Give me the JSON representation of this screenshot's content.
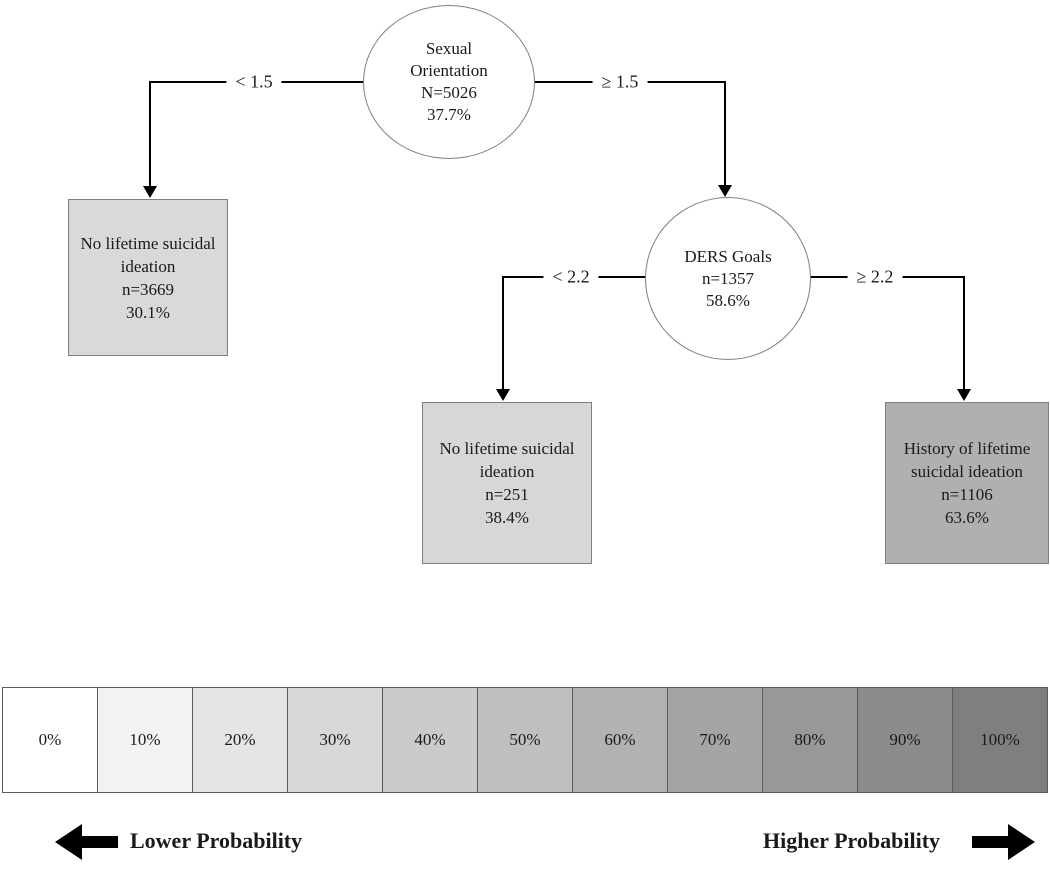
{
  "figure": {
    "type": "decision_tree",
    "root": {
      "lines": [
        "Sexual",
        "Orientation",
        "N=5026",
        "37.7%"
      ],
      "left_branch_label": "< 1.5",
      "right_branch_label": "≥ 1.5"
    },
    "left_leaf": {
      "lines": [
        "No lifetime suicidal",
        "ideation",
        "n=3669",
        "30.1%"
      ],
      "fill": "#d9d9d9"
    },
    "internal_node": {
      "lines": [
        "DERS Goals",
        "n=1357",
        "58.6%"
      ],
      "left_branch_label": "< 2.2",
      "right_branch_label": "≥ 2.2"
    },
    "middle_leaf": {
      "lines": [
        "No lifetime suicidal",
        "ideation",
        "n=251",
        "38.4%"
      ],
      "fill": "#d7d7d7"
    },
    "right_leaf": {
      "lines": [
        "History of lifetime",
        "suicidal ideation",
        "n=1106",
        "63.6%"
      ],
      "fill": "#b0b0b0"
    }
  },
  "probability_scale": {
    "cells": [
      {
        "label": "0%",
        "color": "#ffffff"
      },
      {
        "label": "10%",
        "color": "#f2f2f2"
      },
      {
        "label": "20%",
        "color": "#e5e5e5"
      },
      {
        "label": "30%",
        "color": "#d8d8d8"
      },
      {
        "label": "40%",
        "color": "#cbcbcb"
      },
      {
        "label": "50%",
        "color": "#bfbfbf"
      },
      {
        "label": "60%",
        "color": "#b2b2b2"
      },
      {
        "label": "70%",
        "color": "#a5a5a5"
      },
      {
        "label": "80%",
        "color": "#989898"
      },
      {
        "label": "90%",
        "color": "#8c8c8c"
      },
      {
        "label": "100%",
        "color": "#7f7f7f"
      }
    ],
    "lower_label": "Lower Probability",
    "higher_label": "Higher Probability",
    "arrow_color": "#000000"
  }
}
